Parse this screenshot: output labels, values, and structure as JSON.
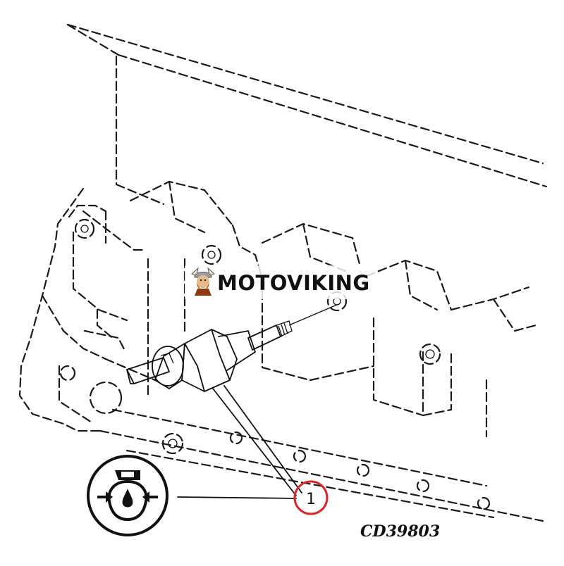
{
  "watermark": {
    "text": "MOTOVIKING",
    "logo_icon": "viking-mascot-icon"
  },
  "callout": {
    "number": "1",
    "ring_color": "#d8262b"
  },
  "symbol": {
    "icon": "oil-pressure-symbol-icon"
  },
  "figure": {
    "drawing_id": "CD39803"
  }
}
